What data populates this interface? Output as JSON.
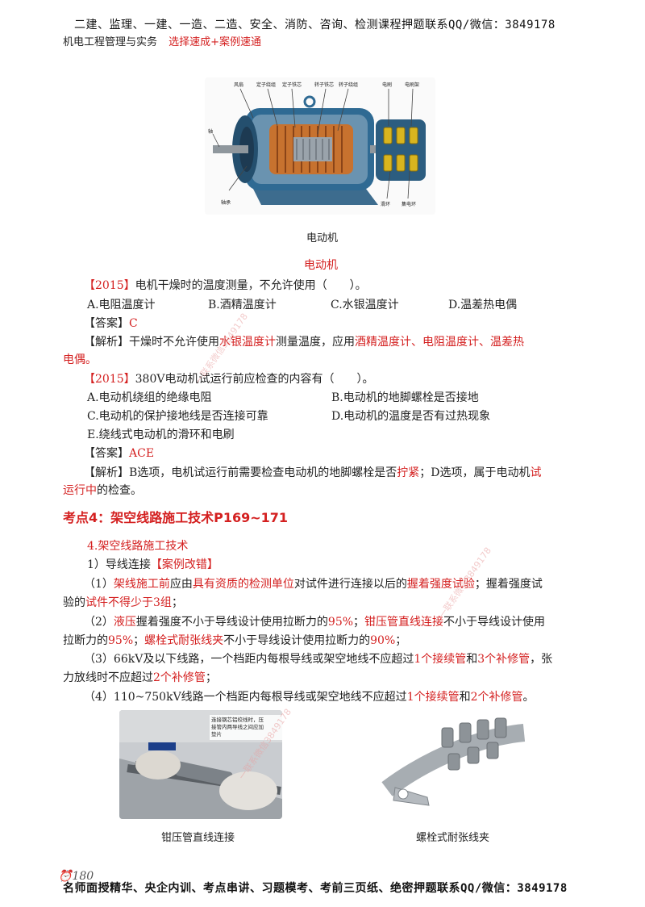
{
  "header": {
    "top_line": "二建、监理、一建、一造、二造、安全、消防、咨询、检测课程押题联系QQ/微信：3849178",
    "book_title": "机电工程管理与实务",
    "book_tag": "选择速成+案例速通"
  },
  "figure1": {
    "labels": [
      "风扇",
      "定子绕组",
      "定子铁芯",
      "转子铁芯",
      "转子绕组",
      "电刷",
      "电刷架",
      "轴承",
      "轴",
      "滑环",
      "集电环"
    ],
    "caption": "电动机"
  },
  "section_title": "电动机",
  "q1": {
    "tag": "【2015】",
    "stem": "电机干燥时的温度测量，不允许使用（　　）。",
    "options": [
      "A.电阻温度计",
      "B.酒精温度计",
      "C.水银温度计",
      "D.温差热电偶"
    ],
    "answer_tag": "【答案】",
    "answer": "C",
    "analysis_tag": "【解析】",
    "analysis_a": "干燥时不允许使用",
    "analysis_b": "水银温度计",
    "analysis_c": "测量温度，应用",
    "analysis_d": "酒精温度计、电阻温度计、温差热",
    "analysis_e": "电偶。"
  },
  "q2": {
    "tag": "【2015】",
    "stem": "380V电动机试运行前应检查的内容有（　　）。",
    "options": [
      "A.电动机绕组的绝缘电阻",
      "B.电动机的地脚螺栓是否接地",
      "C.电动机的保护接地线是否连接可靠",
      "D.电动机的温度是否有过热现象",
      "E.绕线式电动机的滑环和电刷"
    ],
    "answer_tag": "【答案】",
    "answer": "ACE",
    "analysis_tag": "【解析】",
    "analysis_a": "B选项，电机试运行前需要检查电动机的地脚螺栓是否",
    "analysis_b": "拧紧",
    "analysis_c": "；D选项，属于电动机",
    "analysis_d": "试",
    "analysis_e": "运行中",
    "analysis_f": "的检查。"
  },
  "kaodian": "考点4：架空线路施工技术P169~171",
  "sub_title": "4.架空线路施工技术",
  "item1_label": "1）导线连接",
  "item1_tag": "【案例改错】",
  "p1": {
    "a": "（1）",
    "b": "架线施工前",
    "c": "应由",
    "d": "具有资质的检测单位",
    "e": "对试件进行连接以后的",
    "f": "握着强度试验",
    "g": "；握着强度试",
    "h": "验的",
    "i": "试件不得少于3组",
    "j": "；"
  },
  "p2": {
    "a": "（2）",
    "b": "液压",
    "c": "握着强度不小于导线设计使用拉断力的",
    "d": "95%",
    "e": "；",
    "f": "钳压管直线连接",
    "g": "不小于导线设计使用",
    "h": "拉断力的",
    "i": "95%",
    "j": "；",
    "k": "螺栓式耐张线夹",
    "l": "不小于导线设计使用拉断力的",
    "m": "90%",
    "n": "；"
  },
  "p3": {
    "a": "（3）66kV及以下线路，一个档距内每根导线或架空地线不应超过",
    "b": "1个接续管",
    "c": "和",
    "d": "3个补修管",
    "e": "，张",
    "f": "力放线时不应超过",
    "g": "2个补修管",
    "h": "；"
  },
  "p4": {
    "a": "（4）110~750kV线路一个档距内每根导线或架空地线不应超过",
    "b": "1个接续管",
    "c": "和",
    "d": "2个补修管",
    "e": "。"
  },
  "photo_left": {
    "note_lines": [
      "连接钢芯铝绞线时，压",
      "接管内两导线之间应加",
      "垫片"
    ],
    "caption": "钳压管直线连接"
  },
  "photo_right": {
    "caption": "螺栓式耐张线夹"
  },
  "page_number": "180",
  "footer": "名师面授精华、央企内训、考点串讲、习题模考、考前三页纸、绝密押题联系QQ/微信：3849178",
  "watermarks": [
    "一联系微信3849178",
    "一联系微信3849178",
    "一联系微信3849178"
  ]
}
